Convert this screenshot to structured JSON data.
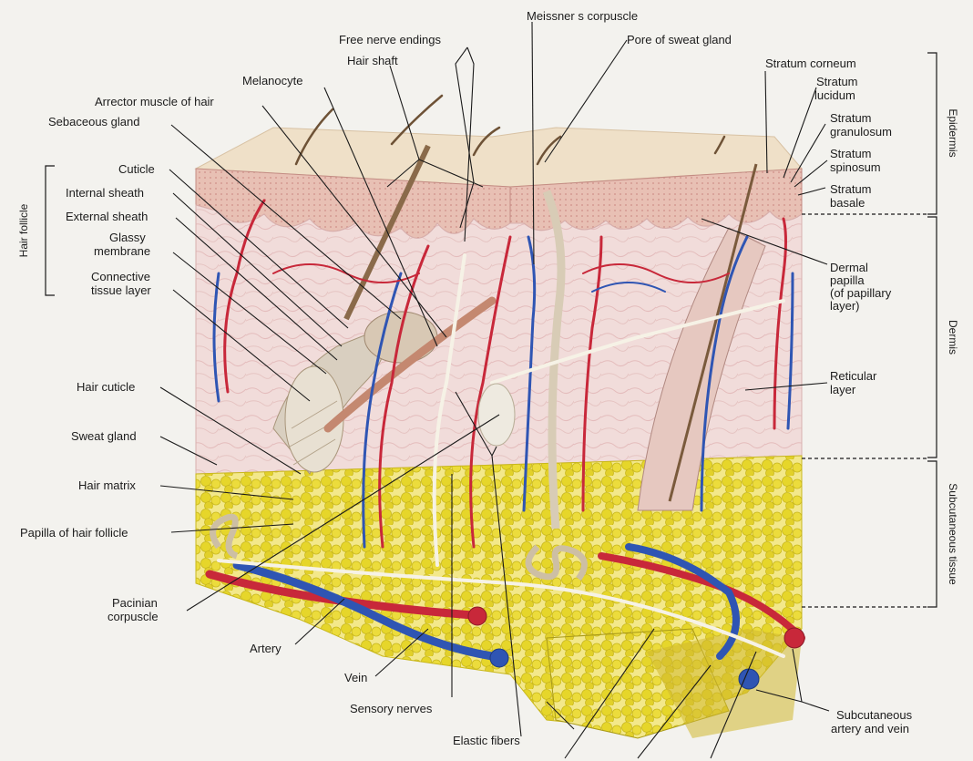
{
  "labels": {
    "meissners_corpuscle": "Meissner s corpuscle",
    "free_nerve_endings": "Free nerve endings",
    "pore_of_sweat_gland": "Pore of sweat gland",
    "hair_shaft": "Hair shaft",
    "stratum_corneum": "Stratum corneum",
    "melanocyte": "Melanocyte",
    "stratum_lucidum": [
      "Stratum",
      "lucidum"
    ],
    "arrector_muscle": "Arrector muscle of hair",
    "stratum_granulosum": [
      "Stratum",
      "granulosum"
    ],
    "sebaceous_gland": "Sebaceous gland",
    "stratum_spinosum": [
      "Stratum",
      "spinosum"
    ],
    "cuticle": "Cuticle",
    "stratum_basale": [
      "Stratum",
      "basale"
    ],
    "internal_sheath": "Internal sheath",
    "external_sheath": "External sheath",
    "glassy_membrane": [
      "Glassy",
      "membrane"
    ],
    "dermal_papilla": [
      "Dermal",
      "papilla",
      "(of papillary",
      "layer)"
    ],
    "connective_tissue_layer": [
      "Connective",
      "tissue layer"
    ],
    "reticular_layer": [
      "Reticular",
      "layer"
    ],
    "hair_cuticle": "Hair cuticle",
    "sweat_gland": "Sweat gland",
    "hair_matrix": "Hair matrix",
    "papilla_of_hair_follicle": "Papilla of hair follicle",
    "pacinian_corpuscle": [
      "Pacinian",
      "corpuscle"
    ],
    "artery": "Artery",
    "vein": "Vein",
    "sensory_nerves": "Sensory nerves",
    "elastic_fibers": "Elastic fibers",
    "subcutaneous_artery_vein": [
      "Subcutaneous",
      "artery and vein"
    ]
  },
  "regions": {
    "epidermis": "Epidermis",
    "dermis": "Dermis",
    "subcutaneous_tissue": "Subcutaneous tissue",
    "hair_follicle": "Hair follicle"
  },
  "colors": {
    "background": "#f3f2ee",
    "epidermis": "#e9c9bf",
    "dermis": "#efd6d4",
    "fat": "#e8da3a",
    "artery": "#c8283a",
    "vein": "#2f55b3",
    "nerve": "#f4f0e4",
    "hair": "#8a6a4a"
  }
}
